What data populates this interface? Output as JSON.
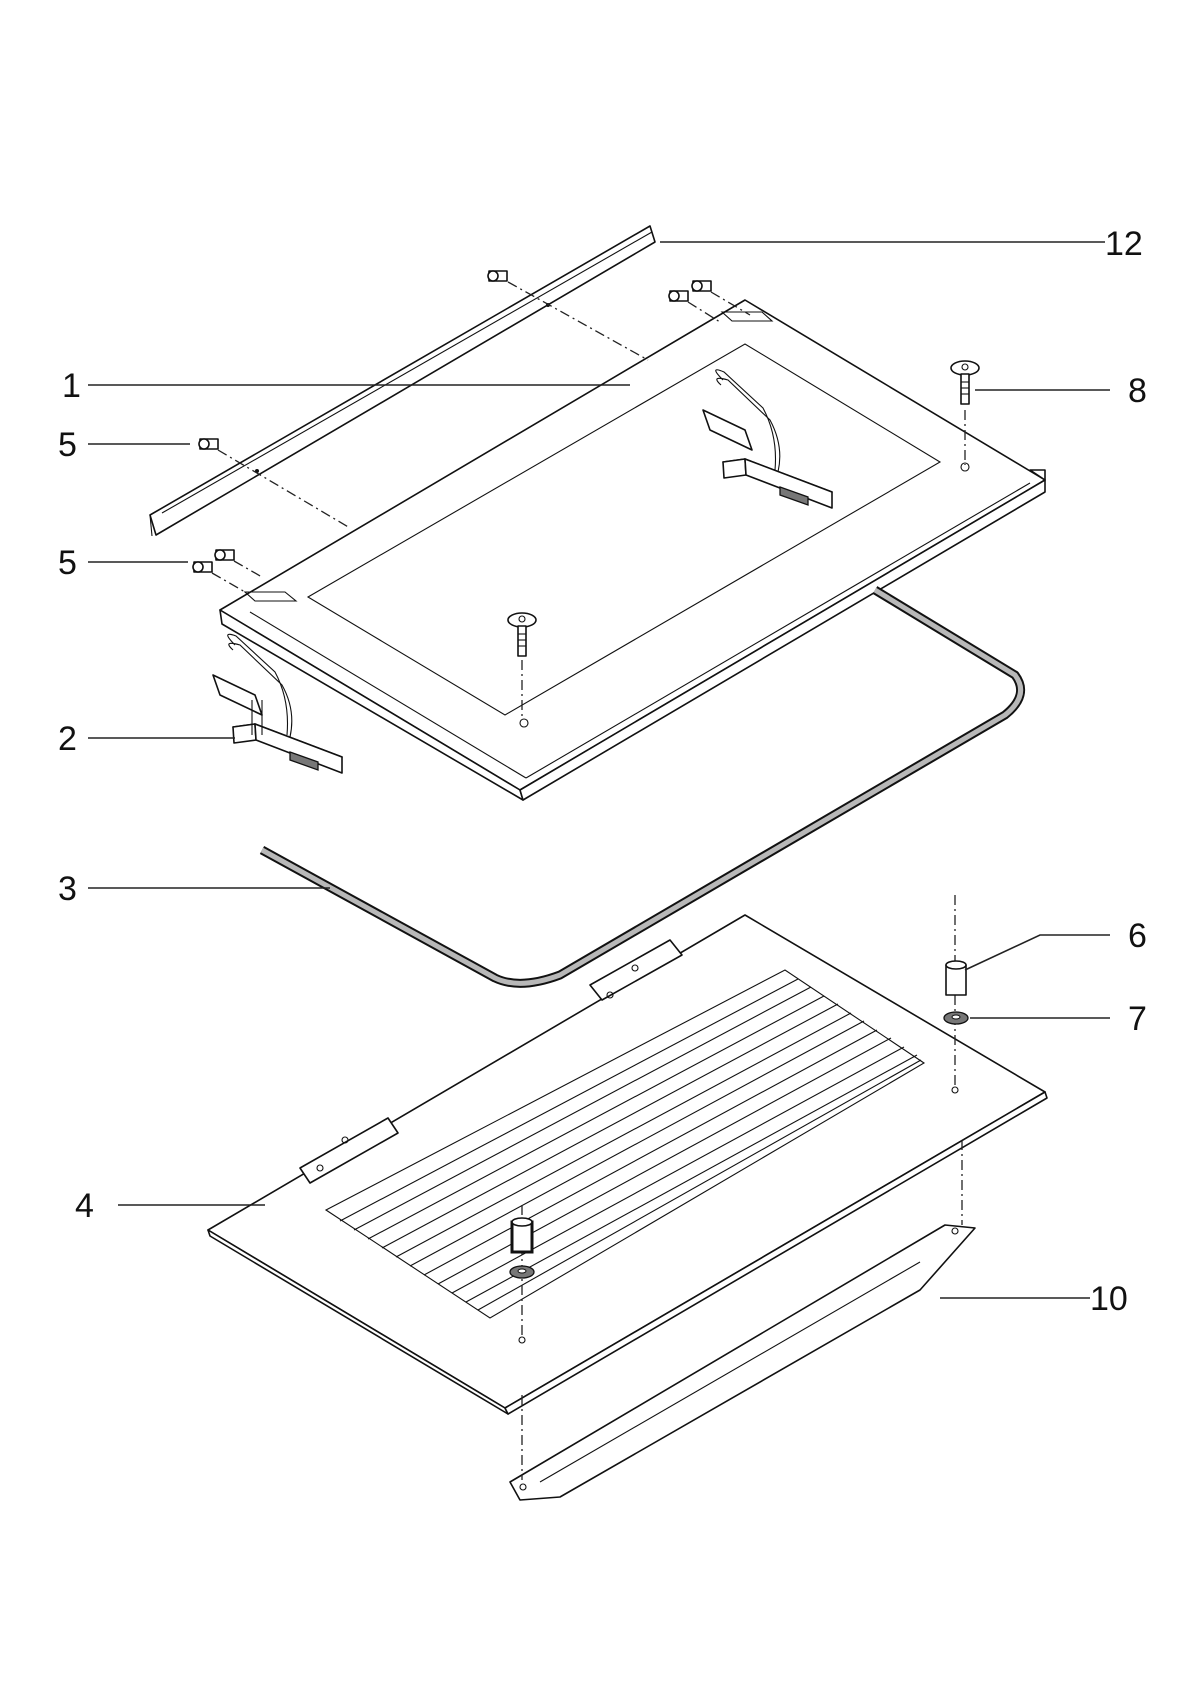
{
  "callouts": [
    {
      "id": "c12",
      "label": "12"
    },
    {
      "id": "c1",
      "label": "1"
    },
    {
      "id": "c8",
      "label": "8"
    },
    {
      "id": "c5a",
      "label": "5"
    },
    {
      "id": "c5b",
      "label": "5"
    },
    {
      "id": "c2",
      "label": "2"
    },
    {
      "id": "c3",
      "label": "3"
    },
    {
      "id": "c6",
      "label": "6"
    },
    {
      "id": "c7",
      "label": "7"
    },
    {
      "id": "c4",
      "label": "4"
    },
    {
      "id": "c10",
      "label": "10"
    }
  ]
}
